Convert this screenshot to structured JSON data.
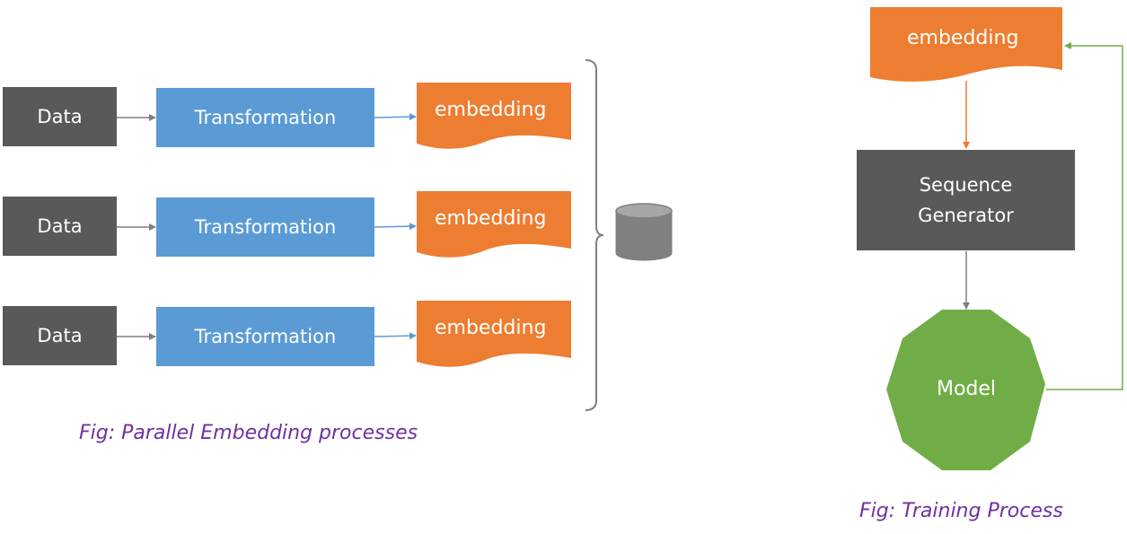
{
  "left_figure": {
    "rows": [
      {
        "data_label": "Data",
        "transform_label": "Transformation",
        "embedding_label": "embedding"
      },
      {
        "data_label": "Data",
        "transform_label": "Transformation",
        "embedding_label": "embedding"
      },
      {
        "data_label": "Data",
        "transform_label": "Transformation",
        "embedding_label": "embedding"
      }
    ],
    "caption": "Fig: Parallel Embedding processes"
  },
  "right_figure": {
    "embedding_label": "embedding",
    "sequence_generator_label": "Sequence\nGenerator",
    "model_label": "Model",
    "caption": "Fig: Training Process"
  },
  "colors": {
    "data_box": "#595959",
    "transformation_box": "#5b9bd5",
    "embedding_doc": "#ed7d31",
    "model": "#70ad47",
    "caption": "#7030a0",
    "database": "#808080"
  }
}
